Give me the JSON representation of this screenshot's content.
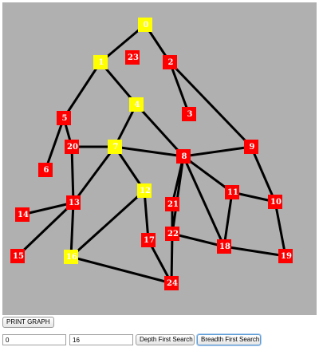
{
  "graph": {
    "colors": {
      "canvas_bg": "#b0b0b0",
      "node_default": "#ff0000",
      "node_visited": "#ffff00",
      "edge": "#000000",
      "label": "#ffffff"
    },
    "nodes": [
      {
        "id": "0",
        "label": "0",
        "state": "visited"
      },
      {
        "id": "1",
        "label": "1",
        "state": "visited"
      },
      {
        "id": "2",
        "label": "2",
        "state": "default"
      },
      {
        "id": "3",
        "label": "3",
        "state": "default"
      },
      {
        "id": "4",
        "label": "4",
        "state": "visited"
      },
      {
        "id": "5",
        "label": "5",
        "state": "default"
      },
      {
        "id": "6",
        "label": "6",
        "state": "default"
      },
      {
        "id": "7",
        "label": "7",
        "state": "visited"
      },
      {
        "id": "8",
        "label": "8",
        "state": "default"
      },
      {
        "id": "9",
        "label": "9",
        "state": "default"
      },
      {
        "id": "10",
        "label": "10",
        "state": "default"
      },
      {
        "id": "11",
        "label": "11",
        "state": "default"
      },
      {
        "id": "12",
        "label": "12",
        "state": "visited"
      },
      {
        "id": "13",
        "label": "13",
        "state": "default"
      },
      {
        "id": "14",
        "label": "14",
        "state": "default"
      },
      {
        "id": "15",
        "label": "15",
        "state": "default"
      },
      {
        "id": "16",
        "label": "16",
        "state": "visited"
      },
      {
        "id": "17",
        "label": "17",
        "state": "default"
      },
      {
        "id": "18",
        "label": "18",
        "state": "default"
      },
      {
        "id": "19",
        "label": "19",
        "state": "default"
      },
      {
        "id": "20",
        "label": "20",
        "state": "default"
      },
      {
        "id": "21",
        "label": "21",
        "state": "default"
      },
      {
        "id": "22",
        "label": "22",
        "state": "default"
      },
      {
        "id": "23",
        "label": "23",
        "state": "default"
      },
      {
        "id": "24",
        "label": "24",
        "state": "default"
      }
    ],
    "edges": [
      [
        "0",
        "1"
      ],
      [
        "0",
        "2"
      ],
      [
        "1",
        "4"
      ],
      [
        "1",
        "5"
      ],
      [
        "2",
        "3"
      ],
      [
        "2",
        "9"
      ],
      [
        "4",
        "7"
      ],
      [
        "4",
        "8"
      ],
      [
        "5",
        "6"
      ],
      [
        "5",
        "20"
      ],
      [
        "7",
        "20"
      ],
      [
        "7",
        "12"
      ],
      [
        "7",
        "8"
      ],
      [
        "7",
        "13"
      ],
      [
        "8",
        "9"
      ],
      [
        "8",
        "11"
      ],
      [
        "8",
        "21"
      ],
      [
        "8",
        "18"
      ],
      [
        "8",
        "22"
      ],
      [
        "9",
        "10"
      ],
      [
        "10",
        "11"
      ],
      [
        "10",
        "19"
      ],
      [
        "11",
        "18"
      ],
      [
        "12",
        "17"
      ],
      [
        "12",
        "16"
      ],
      [
        "13",
        "20"
      ],
      [
        "13",
        "14"
      ],
      [
        "13",
        "15"
      ],
      [
        "13",
        "16"
      ],
      [
        "16",
        "24"
      ],
      [
        "17",
        "24"
      ],
      [
        "21",
        "22"
      ],
      [
        "22",
        "24"
      ],
      [
        "22",
        "18"
      ],
      [
        "18",
        "19"
      ]
    ]
  },
  "controls": {
    "print_graph_label": "PRINT GRAPH",
    "start_node_value": "0",
    "target_node_value": "16",
    "dfs_label": "Depth First Search",
    "bfs_label": "Breadth First Search"
  }
}
